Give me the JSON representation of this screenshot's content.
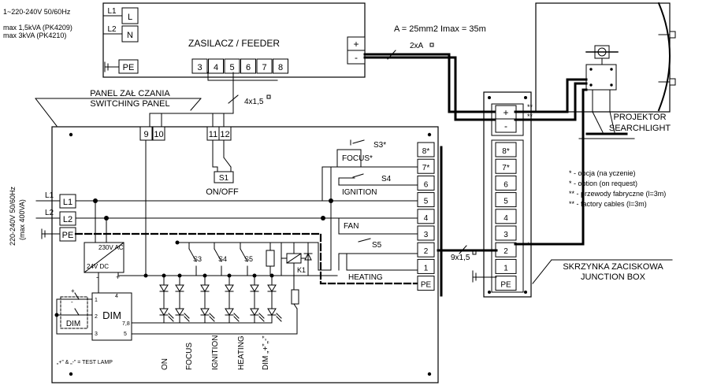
{
  "header_text": "1~220-240V 50/60Hz",
  "supply_limits": [
    "max 1,5kVA (PK4209)",
    "max 3kVA (PK4210)"
  ],
  "feeder": {
    "title": "ZASILACZ / FEEDER",
    "in_terminals": [
      "L",
      "N"
    ],
    "line_labels": [
      "L1",
      "L2"
    ],
    "pe": "PE",
    "out_terminals": [
      "3",
      "4",
      "5",
      "6",
      "7",
      "8"
    ],
    "dc_terminals": [
      "+",
      "-"
    ]
  },
  "cable_main": "A = 25mm2 Imax = 35m",
  "fuse_label": "2xA",
  "cable_panel": "4x1,5",
  "cable_box": "9x1,5",
  "panel": {
    "title_pl": "PANEL ZAŁ  CZANIA",
    "title_en": "SWITCHING PANEL",
    "supply_label": "220-240V 50/60Hz",
    "supply_power": "(max 400VA)",
    "top_terminals": [
      "9",
      "10",
      "11",
      "12"
    ],
    "left_terminals": [
      "L1",
      "L2",
      "PE"
    ],
    "left_lines": [
      "L1",
      "L2"
    ],
    "psu": [
      "230V AC",
      "24V DC"
    ],
    "dim": "DIM",
    "dim_pins": [
      "1",
      "2",
      "3",
      "4",
      "7,8",
      "5"
    ],
    "dim_switch_label": "DIM",
    "dim_signs": [
      "+",
      "-"
    ],
    "switch_labels": [
      "S3",
      "S4",
      "S5"
    ],
    "relay_label": "K1",
    "s1_label": "S1",
    "onoff_label": "ON/OFF",
    "right_terminals": [
      "8*",
      "7*",
      "6",
      "5",
      "4",
      "3",
      "2",
      "1",
      "PE"
    ],
    "led_labels": [
      "ON",
      "FOCUS",
      "IGNITION",
      "HEATING",
      "DIM „+”„-”"
    ],
    "test_lamp_note": "„+” & „-” = TEST LAMP"
  },
  "external_switches": [
    {
      "id": "S3*",
      "label": "FOCUS*"
    },
    {
      "id": "S4",
      "label": "IGNITION"
    },
    {
      "id": "S5",
      "label": "HEATING"
    }
  ],
  "fan_label": "FAN",
  "junction_box": {
    "terminals": [
      "8*",
      "7*",
      "6",
      "5",
      "4",
      "3",
      "2",
      "1",
      "PE"
    ],
    "dc_terminals": [
      "+",
      "-"
    ],
    "title_pl": "SKRZYNKA ZACISKOWA",
    "title_en": "JUNCTION BOX"
  },
  "factory_marks": [
    "**",
    "**",
    "**"
  ],
  "projector": [
    "PROJEKTOR",
    "SEARCHLIGHT"
  ],
  "legend": [
    "* - opcja (na  yczenie)",
    "* - option (on request)",
    "** - przewody fabryczne (l=3m)",
    "** - factory cables (l=3m)"
  ]
}
